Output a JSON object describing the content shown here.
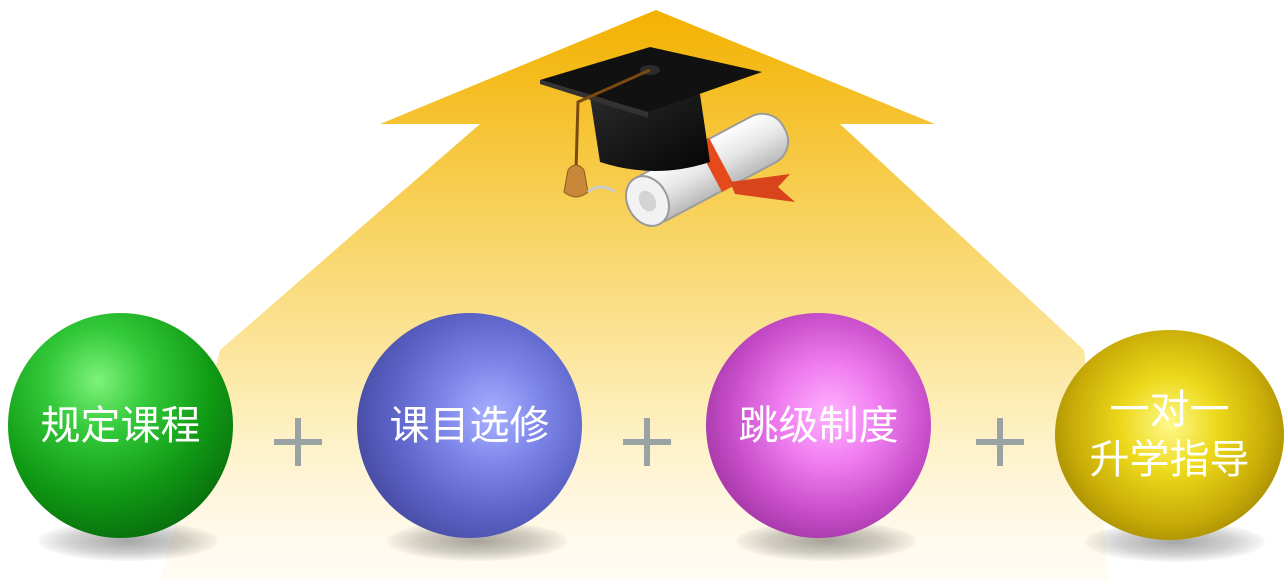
{
  "steps": [
    {
      "label": "规定课程",
      "color": "#15a61a"
    },
    {
      "label": "课目选修",
      "color": "#6870d6"
    },
    {
      "label": "跳级制度",
      "color": "#d85fdb"
    },
    {
      "label_line1": "一对一",
      "label_line2": "升学指导",
      "color": "#d8c10a"
    }
  ],
  "plus_sign": "+",
  "icons": {
    "top": "graduation-cap-diploma-icon",
    "arrow": "up-arrow-background"
  },
  "colors": {
    "arrow_top": "#f4b400",
    "arrow_bottom": "#fff4cf",
    "plus": "#9aa2a5"
  }
}
